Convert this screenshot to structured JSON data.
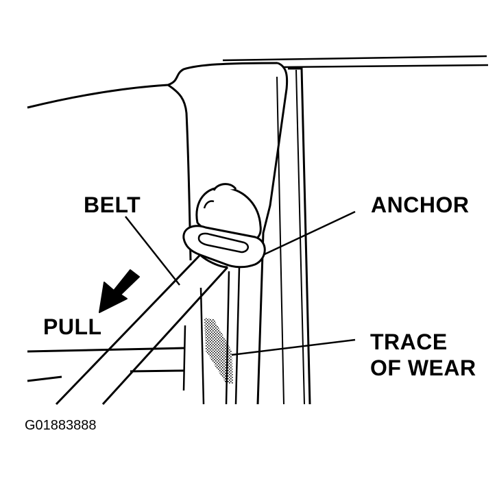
{
  "labels": {
    "belt": "BELT",
    "anchor": "ANCHOR",
    "pull": "PULL",
    "trace_line1": "TRACE",
    "trace_line2": "OF WEAR"
  },
  "figure_id": "G01883888",
  "colors": {
    "ink": "#000000",
    "paper": "#ffffff"
  },
  "icons": {
    "pull_direction": "arrow-down-left-icon"
  }
}
